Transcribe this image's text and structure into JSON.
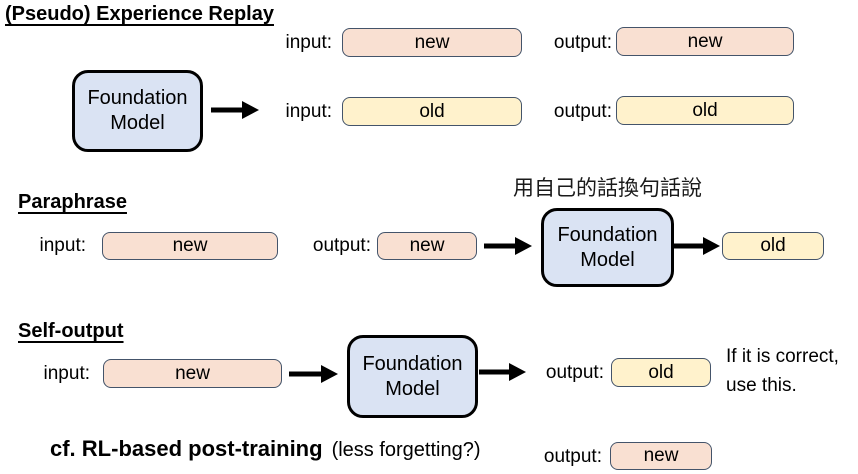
{
  "colors": {
    "new_fill": "#F9E0D2",
    "old_fill": "#FFF2CC",
    "model_fill": "#DAE3F3",
    "box_border": "#44546A"
  },
  "model": {
    "line1": "Foundation",
    "line2": "Model"
  },
  "experience_replay": {
    "title": "(Pseudo) Experience Replay",
    "row_new": {
      "input_label": "input:",
      "input_value": "new",
      "output_label": "output:",
      "output_value": "new"
    },
    "row_old": {
      "input_label": "input:",
      "input_value": "old",
      "output_label": "output:",
      "output_value": "old"
    }
  },
  "paraphrase": {
    "title": "Paraphrase",
    "annotation": "用自己的話換句話說",
    "input_label": "input:",
    "input_value": "new",
    "output_label": "output:",
    "output_value": "new",
    "result_value": "old"
  },
  "self_output": {
    "title": "Self-output",
    "input_label": "input:",
    "input_value": "new",
    "output_label": "output:",
    "output_value": "old",
    "note_line1": "If it is correct,",
    "note_line2": "use this."
  },
  "footer": {
    "cf_bold": "cf. RL-based post-training",
    "cf_note": "(less forgetting?)",
    "output_label": "output:",
    "output_value": "new"
  }
}
